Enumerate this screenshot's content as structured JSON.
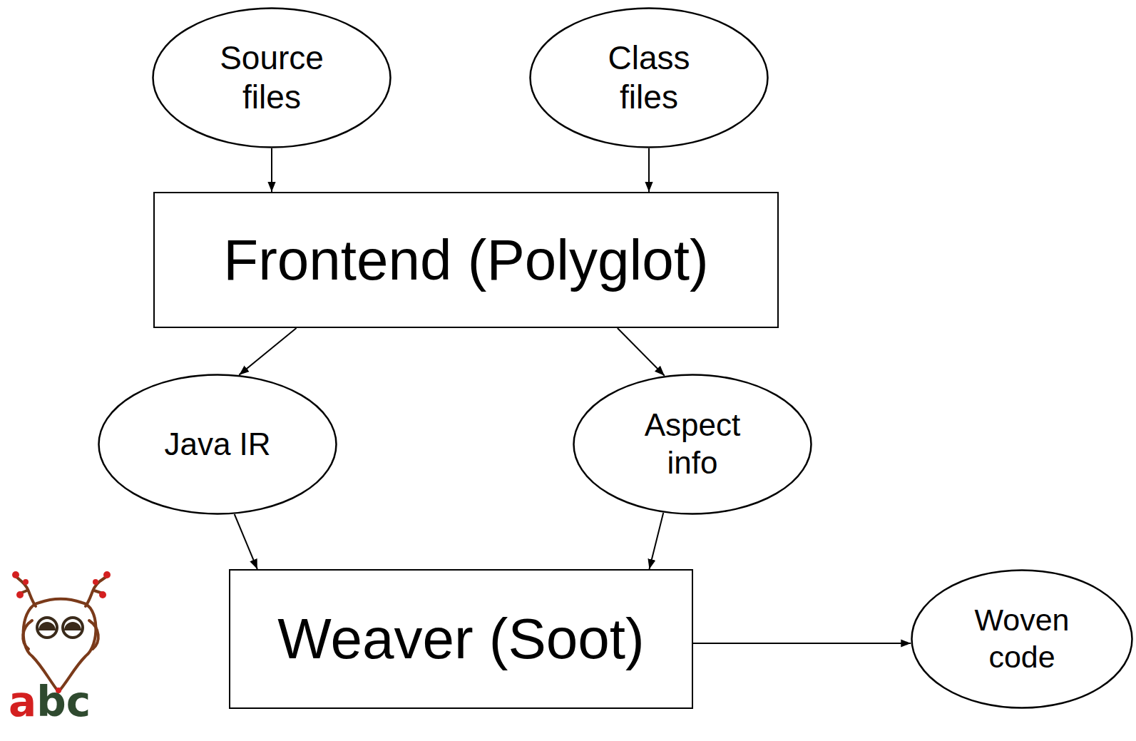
{
  "diagram": {
    "nodes": [
      {
        "text": [
          "Source files"
        ]
      },
      {
        "text": [
          "Class files"
        ]
      },
      {
        "text": [
          "Frontend (Polyglot)"
        ]
      },
      {
        "text": [
          "Java IR"
        ]
      },
      {
        "text": [
          "Aspect info"
        ]
      },
      {
        "text": [
          "Weaver (Soot)"
        ]
      },
      {
        "text": [
          "Woven code"
        ]
      }
    ],
    "edges": [
      {
        "from": 0,
        "to": 2,
        "arrow": "to"
      },
      {
        "from": 1,
        "to": 2,
        "arrow": "to"
      },
      {
        "from": 2,
        "to": 3,
        "arrow": "to"
      },
      {
        "from": 2,
        "to": 4,
        "arrow": "to"
      },
      {
        "from": 3,
        "to": 5,
        "arrow": "to"
      },
      {
        "from": 4,
        "to": 5,
        "arrow": "to"
      },
      {
        "from": 5,
        "to": 6,
        "arrow": "to"
      }
    ],
    "labels": [
      "abc"
    ]
  }
}
